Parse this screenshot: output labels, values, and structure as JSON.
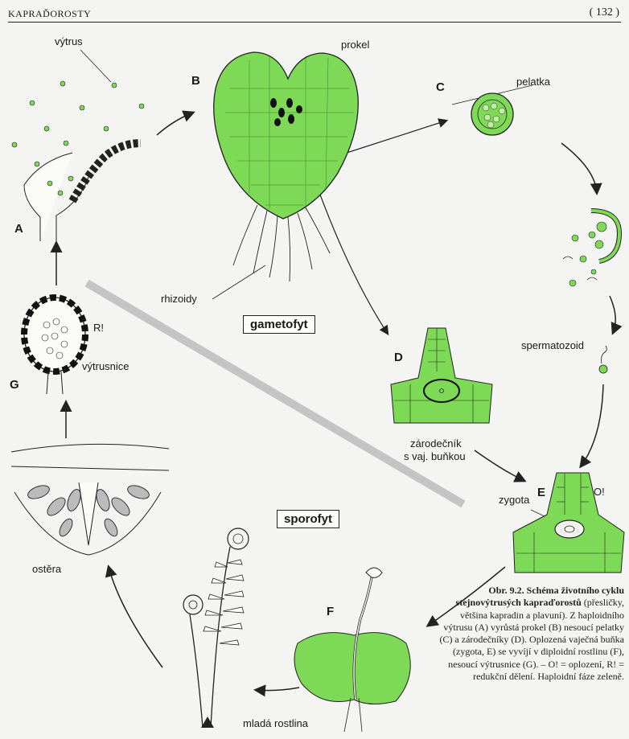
{
  "header": {
    "section": "KAPRAĎOROSTY",
    "page_number": "( 132 )"
  },
  "labels": {
    "vytrus": "výtrus",
    "prokel": "prokel",
    "pelatka": "pelatka",
    "rhizoidy": "rhizoidy",
    "spermatozoid": "spermatozoid",
    "zarodecnik_1": "zárodečník",
    "zarodecnik_2": "s vaj. buňkou",
    "zygota": "zygota",
    "o_mark": "O!",
    "r_mark": "R!",
    "vytrusnice": "výtrusnice",
    "ostera": "ostěra",
    "mlada_rostlina": "mladá rostlina"
  },
  "stages": {
    "A": "A",
    "B": "B",
    "C": "C",
    "D": "D",
    "E": "E",
    "F": "F",
    "G": "G"
  },
  "phases": {
    "gametofyt": "gametofyt",
    "sporofyt": "sporofyt"
  },
  "caption": {
    "title": "Obr. 9.2. Schéma životního cyklu stejnovýtrusých kapraďorostů",
    "body": "(přesličky, většina kapradin a plavuní). Z haploidního výtrusu (A) vyrůstá prokel (B) nesoucí pelatky (C) a zárodečníky (D). Oplozená vaječná buňka (zygota, E) se vyvíjí v diploidní rostlinu (F), nesoucí výtrusnice (G). – O! = oplození, R! = redukční dělení. Haploidní fáze zeleně."
  },
  "colors": {
    "haploid_green": "#7ed957",
    "ink": "#1a1a1a",
    "divider_gray": "#c4c4c4"
  }
}
